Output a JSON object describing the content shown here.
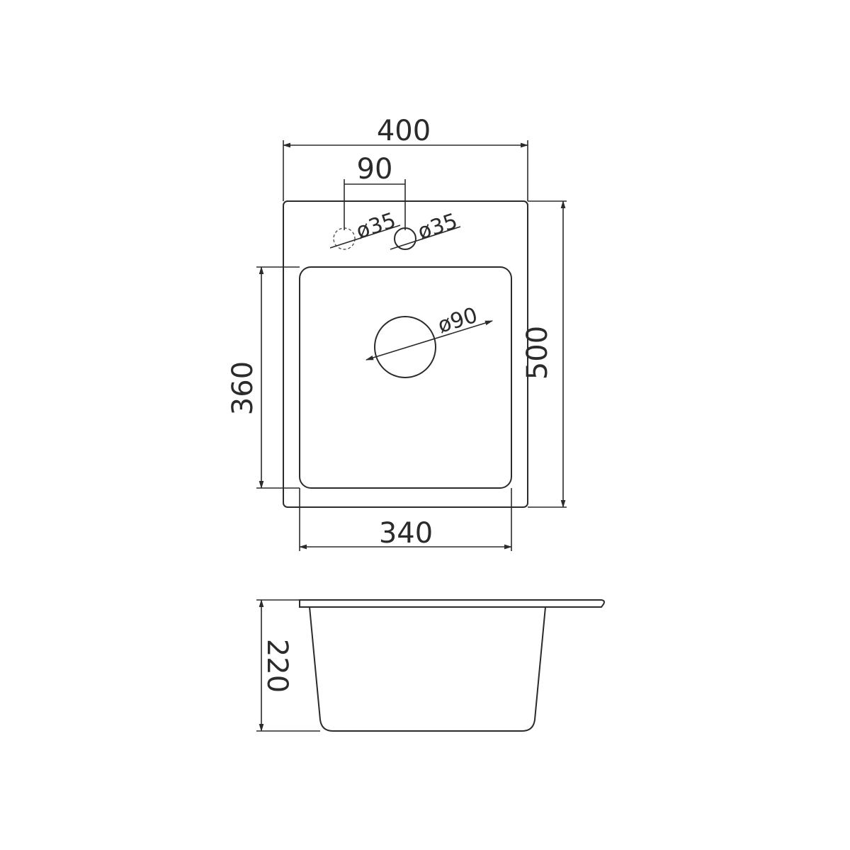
{
  "diagram": {
    "top_view": {
      "overall_width": "400",
      "tap_spacing": "90",
      "tap_hole_left": "ø35",
      "tap_hole_right": "ø35",
      "drain_diameter": "ø90",
      "overall_depth": "500",
      "bowl_depth": "360",
      "bowl_width": "340"
    },
    "side_view": {
      "bowl_height": "220"
    }
  }
}
